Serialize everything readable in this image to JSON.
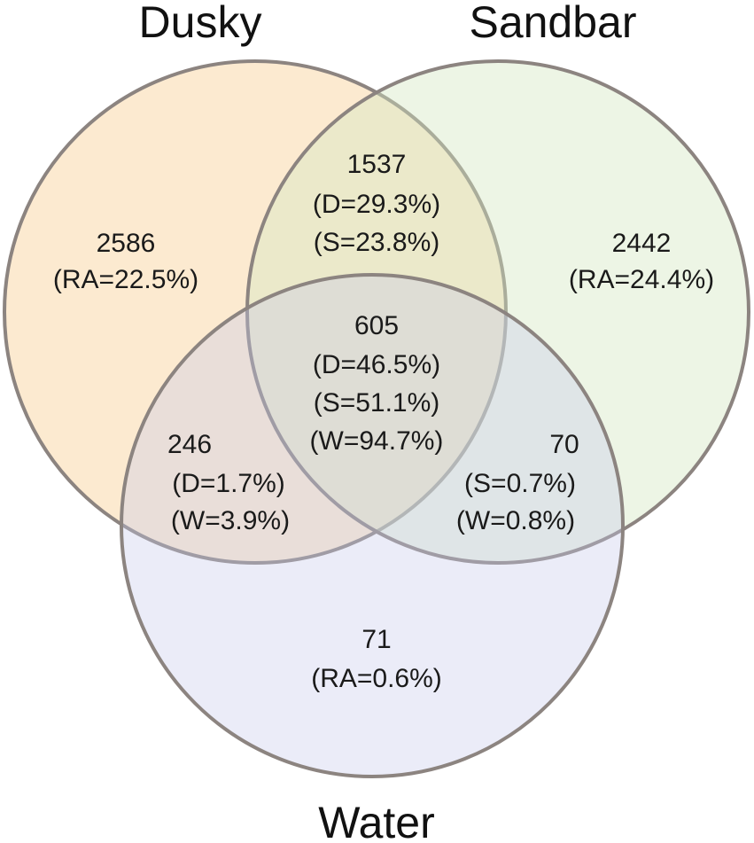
{
  "sets": [
    {
      "key": "dusky",
      "label": "Dusky",
      "color": "#f7cc8f"
    },
    {
      "key": "sandbar",
      "label": "Sandbar",
      "color": "#d5e6c0"
    },
    {
      "key": "water",
      "label": "Water",
      "color": "#c5c8ea"
    }
  ],
  "regions": {
    "dusky_only": {
      "count": "2586",
      "line1": "(RA=22.5%)"
    },
    "sandbar_only": {
      "count": "2442",
      "line1": "(RA=24.4%)"
    },
    "water_only": {
      "count": "71",
      "line1": "(RA=0.6%)"
    },
    "dusky_sandbar": {
      "count": "1537",
      "line1": "(D=29.3%)",
      "line2": "(S=23.8%)"
    },
    "dusky_water": {
      "count": "246",
      "line1": "(D=1.7%)",
      "line2": "(W=3.9%)"
    },
    "sandbar_water": {
      "count": "70",
      "line1": "(S=0.7%)",
      "line2": "(W=0.8%)"
    },
    "all_three": {
      "count": "605",
      "line1": "(D=46.5%)",
      "line2": "(S=51.1%)",
      "line3": "(W=94.7%)"
    }
  }
}
